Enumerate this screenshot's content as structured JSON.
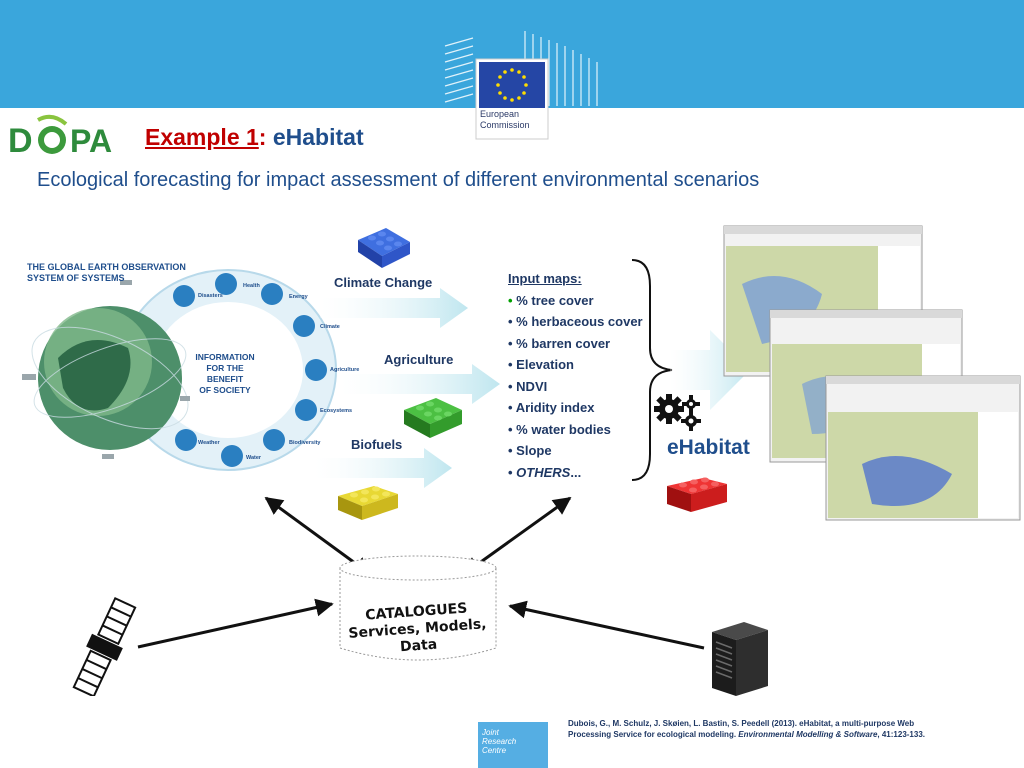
{
  "header": {
    "ec_logo_text": "European\nCommission",
    "dopa_logo": "DOPA"
  },
  "title": {
    "example": "Example 1",
    "separator": ":",
    "name": " eHabitat"
  },
  "subtitle": "Ecological forecasting for impact assessment of different environmental scenarios",
  "geoss": {
    "title": "THE GLOBAL EARTH OBSERVATION\nSYSTEM OF SYSTEMS",
    "center": "INFORMATION\nFOR THE BENEFIT\nOF SOCIETY",
    "ring": [
      "Disasters",
      "Health",
      "Energy",
      "Climate",
      "Agriculture",
      "Ecosystems",
      "Biodiversity",
      "Water",
      "Weather"
    ]
  },
  "scenarios": {
    "climate": "Climate Change",
    "agriculture": "Agriculture",
    "biofuels": "Biofuels"
  },
  "inputs": {
    "heading": "Input maps:",
    "items": [
      "% tree cover",
      "% herbaceous cover",
      "% barren  cover",
      "Elevation",
      "NDVI",
      "Aridity index",
      "% water bodies",
      "Slope"
    ],
    "others": "OTHERS",
    "others_suffix": "..."
  },
  "ehabitat_label": "eHabitat",
  "catalogue": {
    "line1": "CATALOGUES",
    "line2": "Services, Models, Data"
  },
  "jrc_text": "Joint\nResearch\nCentre",
  "citation": {
    "main": "Dubois, G., M. Schulz, J. Skøien, L. Bastin, S. Peedell (2013). eHabitat, a multi-purpose Web Processing Service for ecological modeling. ",
    "journal": "Environmental Modelling & Software",
    "tail": ", 41:123-133."
  },
  "colors": {
    "header": "#3aa6dc",
    "title_red": "#c00000",
    "title_blue": "#1f4e8c",
    "lego_blue": "#2f5bd0",
    "lego_green": "#3aa531",
    "lego_yellow": "#d9c51c",
    "lego_red": "#d81e1e"
  }
}
